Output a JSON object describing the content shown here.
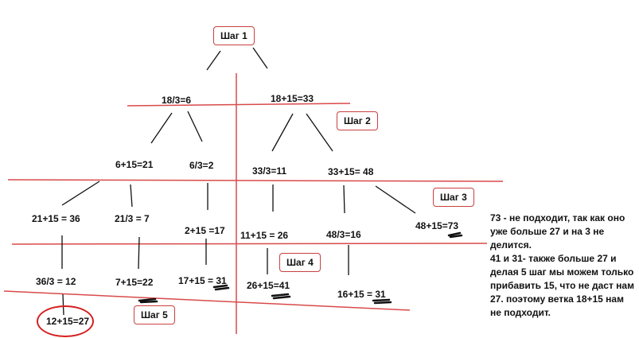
{
  "steps": {
    "s1": "Шаг 1",
    "s2": "Шаг 2",
    "s3": "Шаг 3",
    "s4": "Шаг 4",
    "s5": "Шаг 5"
  },
  "nodes": {
    "n18div3": "18/3=6",
    "n18plus15": "18+15=33",
    "n6plus15": "6+15=21",
    "n6div3": "6/3=2",
    "n33div3": "33/3=11",
    "n33plus15": "33+15= 48",
    "n21plus15": "21+15 = 36",
    "n21div3": "21/3 = 7",
    "n2plus15": "2+15 =17",
    "n11plus15": "11+15 = 26",
    "n48div3": "48/3=16",
    "n48plus15": "48+15=73",
    "n36div3": "36/3 = 12",
    "n7plus15": "7+15=22",
    "n17plus15": "17+15 = 31",
    "n26plus15": "26+15=41",
    "n16plus15": "16+15 = 31",
    "n12plus15": "12+15=27"
  },
  "note": {
    "line1": "73 - не подходит, так как оно уже больше 27 и на 3 не делится.",
    "line2": "41 и 31- также больше 27 и делая 5  шаг мы можем только прибавить 15, что не даст нам 27. поэтому ветка 18+15 нам не подходит."
  },
  "colors": {
    "divider": "#d94a4a",
    "tree_line": "#111111",
    "box_border": "#c94040",
    "answer_circle": "#d42020"
  }
}
